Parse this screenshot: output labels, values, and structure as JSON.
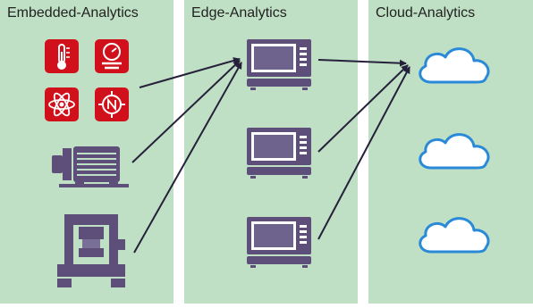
{
  "panels": {
    "embedded": {
      "title": "Embedded-Analytics"
    },
    "edge": {
      "title": "Edge-Analytics"
    },
    "cloud": {
      "title": "Cloud-Analytics"
    }
  },
  "icons": {
    "sensors": [
      "thermometer-icon",
      "pressure-gauge-icon",
      "atom-icon",
      "compass-icon"
    ],
    "machines": [
      "electric-motor-icon",
      "press-machine-icon"
    ],
    "edge_devices": [
      "edge-device-icon",
      "edge-device-icon",
      "edge-device-icon"
    ],
    "clouds": [
      "cloud-icon",
      "cloud-icon",
      "cloud-icon"
    ]
  },
  "colors": {
    "panel_bg": "#bfe0c5",
    "sensor_red": "#d0101a",
    "device_purple": "#5d4f7a",
    "cloud_blue": "#2a8ad8",
    "arrow": "#26203a"
  }
}
